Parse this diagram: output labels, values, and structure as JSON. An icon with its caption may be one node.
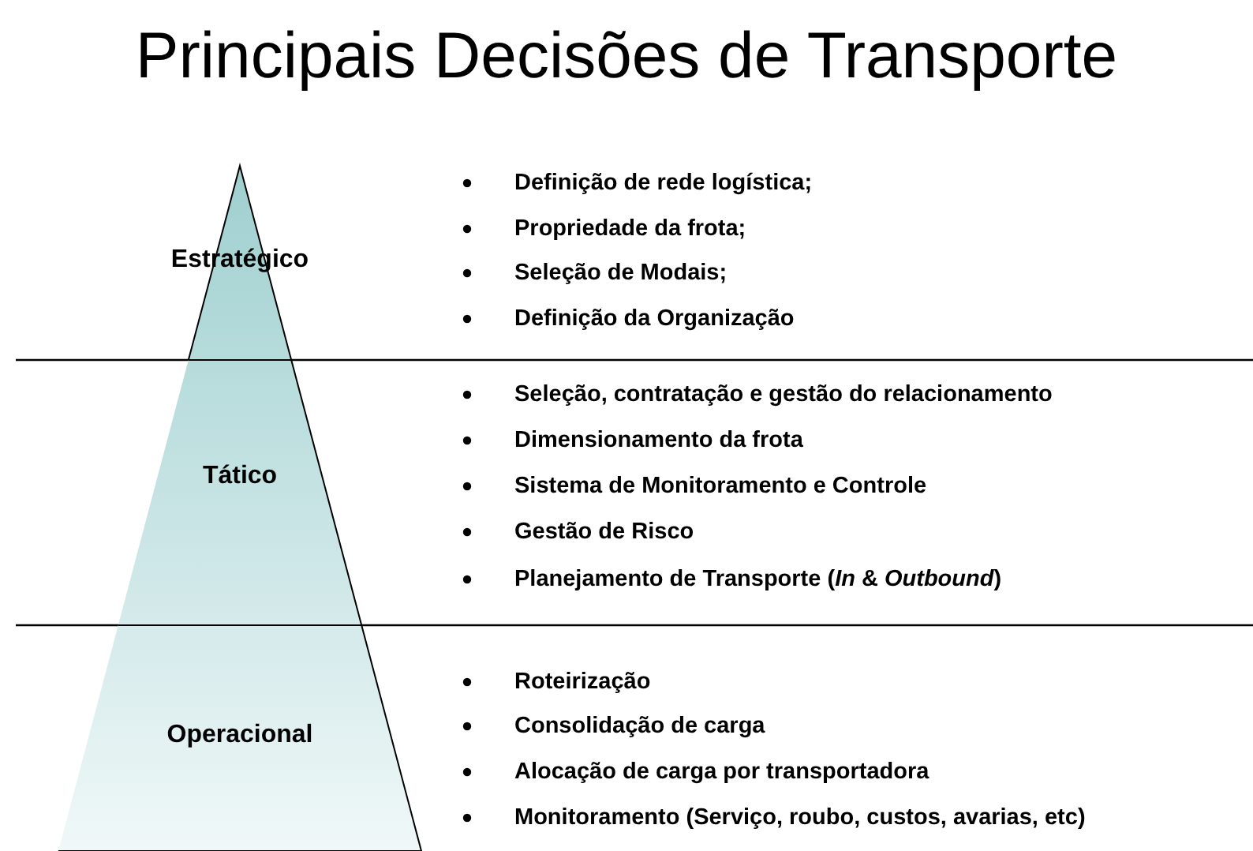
{
  "diagram": {
    "title": "Principais Decisões de Transporte",
    "nodes": [
      {
        "text": [
          "Estratégico"
        ],
        "beside": [
          "Definição de rede logística;",
          "Propriedade da frota;",
          "Seleção de Modais;",
          "Definição da Organização"
        ]
      },
      {
        "text": [
          "Tático"
        ],
        "beside": [
          "Seleção, contratação e gestão do relacionamento",
          "Dimensionamento da frota",
          "Sistema de Monitoramento e Controle",
          "Gestão de Risco",
          "Planejamento de Transporte (*In* & *Outbound*)"
        ]
      },
      {
        "text": [
          "Operacional"
        ],
        "beside": [
          "Roteirização",
          "Consolidação de carga",
          "Alocação de carga por transportadora",
          "Monitoramento (Serviço, roubo, custos, avarias, etc)"
        ]
      }
    ]
  }
}
